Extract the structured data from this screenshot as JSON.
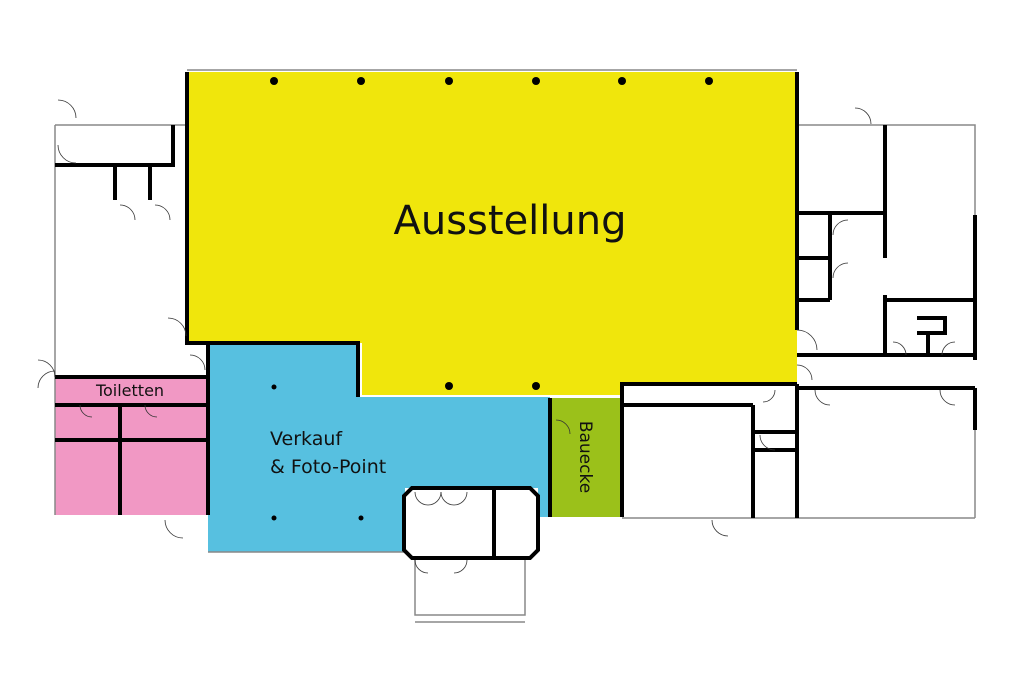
{
  "rooms": {
    "exhibition": {
      "label": "Ausstellung",
      "color": "#f0e60c"
    },
    "toilets": {
      "label": "Toiletten",
      "color": "#f198c4"
    },
    "sales": {
      "label_line1": "Verkauf",
      "label_line2": "& Foto-Point",
      "color": "#57c0e0"
    },
    "build_corner": {
      "label": "Bauecke",
      "color": "#9bc11a"
    }
  }
}
